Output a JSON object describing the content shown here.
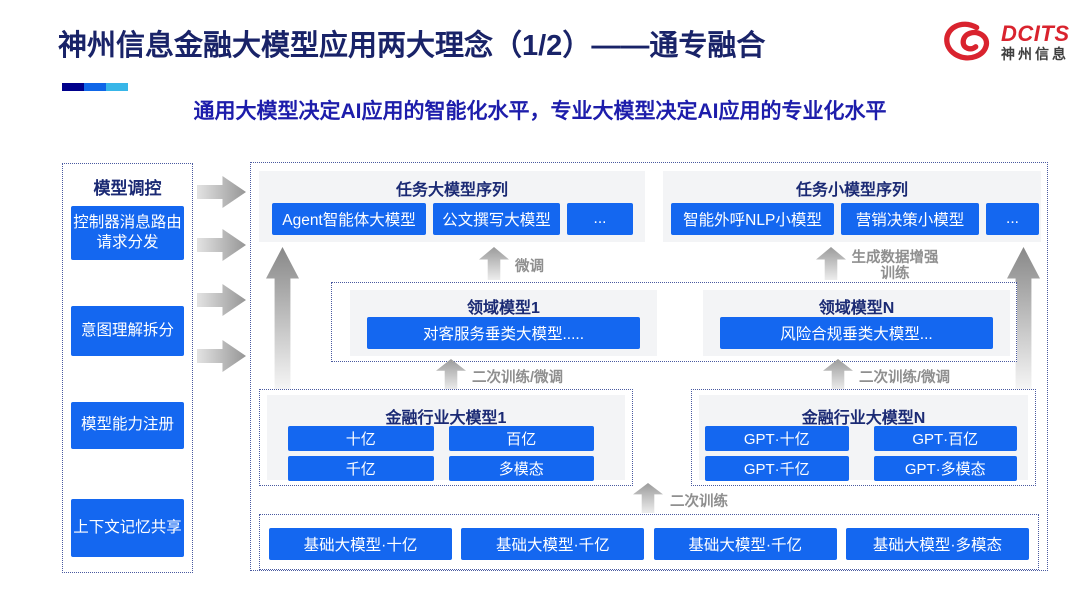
{
  "slide": {
    "title": "神州信息金融大模型应用两大理念（1/2）——通专融合",
    "subtitle": "通用大模型决定AI应用的智能化水平，专业大模型决定AI应用的专业化水平"
  },
  "logo": {
    "brand": "DCITS",
    "brand_cn": "神州信息",
    "icon": "red-swirl-logo"
  },
  "sidebar": {
    "title": "模型调控",
    "items": [
      "控制器消息路由请求分发",
      "意图理解拆分",
      "模型能力注册",
      "上下文记忆共享"
    ]
  },
  "task_sections": [
    {
      "title": "任务大模型序列",
      "boxes": [
        "Agent智能体大模型",
        "公文撰写大模型",
        "..."
      ]
    },
    {
      "title": "任务小模型序列",
      "boxes": [
        "智能外呼NLP小模型",
        "营销决策小模型",
        "..."
      ]
    }
  ],
  "domain_sections": [
    {
      "title": "领域模型1",
      "box": "对客服务垂类大模型....."
    },
    {
      "title": "领域模型N",
      "box": "风险合规垂类大模型..."
    }
  ],
  "industry_sections": [
    {
      "title": "金融行业大模型1",
      "boxes": [
        "十亿",
        "百亿",
        "千亿",
        "多模态"
      ]
    },
    {
      "title": "金融行业大模型N",
      "boxes": [
        "GPT·十亿",
        "GPT·百亿",
        "GPT·千亿",
        "GPT·多模态"
      ]
    }
  ],
  "base_models": [
    "基础大模型·十亿",
    "基础大模型·千亿",
    "基础大模型·千亿",
    "基础大模型·多模态"
  ],
  "flow_labels": {
    "finetune": "微调",
    "gen_data_training": "生成数据增强训练",
    "retrain_finetune_left": "二次训练/微调",
    "retrain_finetune_right": "二次训练/微调",
    "retrain": "二次训练"
  },
  "colors": {
    "accent_blue": "#1467f0",
    "title_navy": "#192368",
    "subtitle_blue": "#1d1dab",
    "logo_red": "#d9232e",
    "panel_gray": "#f3f4f6",
    "arrow_gray": "#9b9b9b",
    "dotted_border": "#4a5aa0"
  }
}
